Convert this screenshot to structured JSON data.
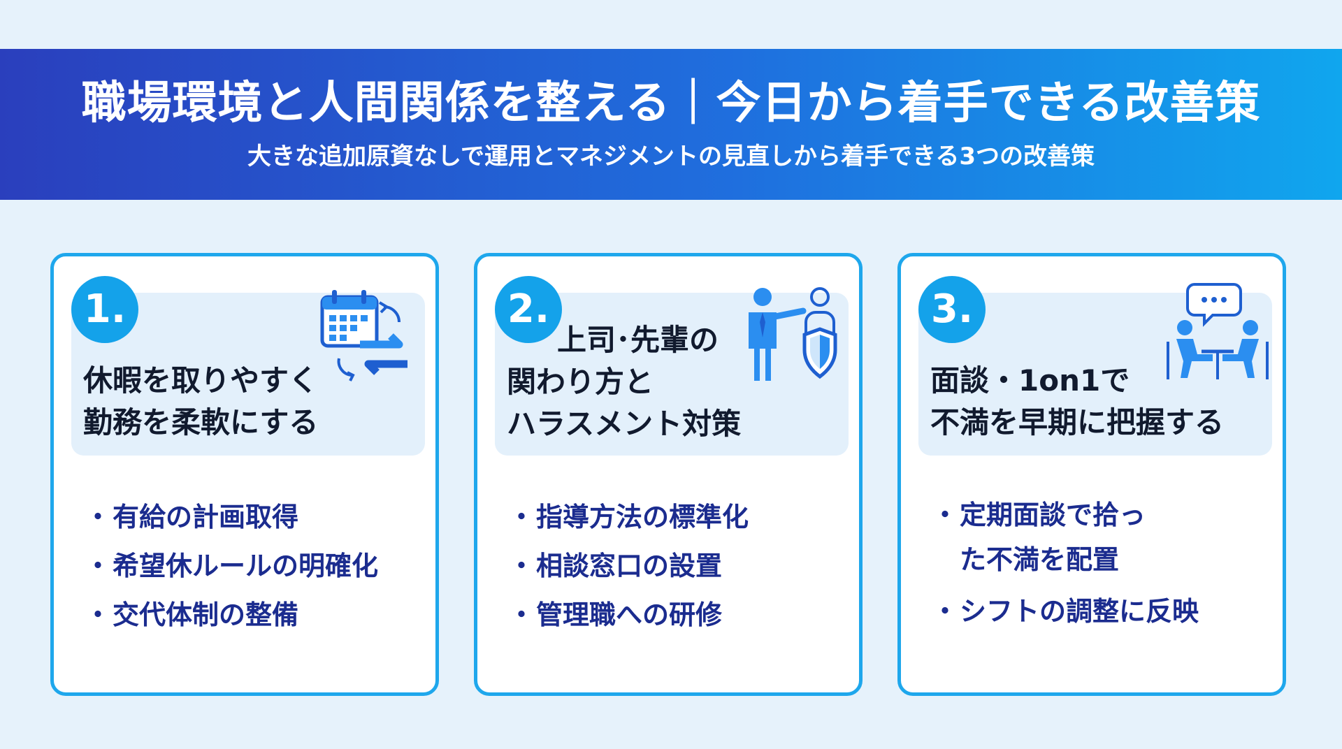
{
  "header": {
    "title": "職場環境と人間関係を整える｜今日から着手できる改善策",
    "subtitle": "大きな追加原資なしで運用とマネジメントの見直しから着手できる3つの改善策"
  },
  "colors": {
    "banner_start": "#2a3fbd",
    "banner_end": "#10a6ee",
    "accent": "#1ea7ec",
    "bullet_text": "#1b2c8f",
    "card_head_bg": "#e3f0fb"
  },
  "cards": [
    {
      "number": "1.",
      "title_lines": [
        "休暇を取りやすく",
        "勤務を柔軟にする"
      ],
      "icon": "calendar-sync-icon",
      "items": [
        "有給の計画取得",
        "希望休ルールの明確化",
        "交代体制の整備"
      ]
    },
    {
      "number": "2.",
      "title_lines": [
        "上司･先輩の",
        "関わり方と",
        "ハラスメント対策"
      ],
      "icon": "presenter-shield-icon",
      "items": [
        "指導方法の標準化",
        "相談窓口の設置",
        "管理職への研修"
      ]
    },
    {
      "number": "3.",
      "title_lines": [
        "面談・1on1で",
        "不満を早期に把握する"
      ],
      "icon": "meeting-chat-icon",
      "items": [
        "定期面談で拾った不満を配置",
        "シフトの調整に反映"
      ]
    }
  ]
}
